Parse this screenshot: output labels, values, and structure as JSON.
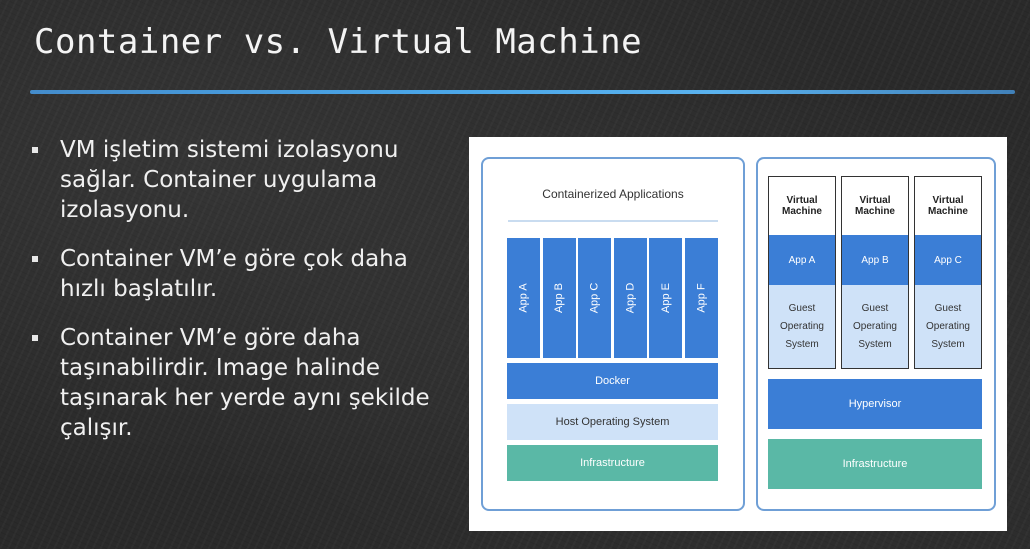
{
  "title": "Container vs. Virtual Machine",
  "bullets": [
    "VM işletim sistemi izolasyonu sağlar. Container uygulama izolasyonu.",
    "Container VM’e göre çok daha hızlı başlatılır.",
    "Container VM’e göre daha taşınabilirdir. Image halinde taşınarak her yerde aynı şekilde çalışır."
  ],
  "diagram": {
    "containerized": {
      "heading": "Containerized Applications",
      "apps": [
        "App A",
        "App B",
        "App C",
        "App D",
        "App E",
        "App F"
      ],
      "docker": "Docker",
      "host_os": "Host Operating System",
      "infrastructure": "Infrastructure"
    },
    "virtualized": {
      "vms": [
        {
          "title": "Virtual Machine",
          "app": "App A",
          "guest": "Guest Operating System"
        },
        {
          "title": "Virtual Machine",
          "app": "App B",
          "guest": "Guest Operating System"
        },
        {
          "title": "Virtual Machine",
          "app": "App C",
          "guest": "Guest Operating System"
        }
      ],
      "hypervisor": "Hypervisor",
      "infrastructure": "Infrastructure"
    }
  },
  "colors": {
    "accent_line": "#4aa6e8",
    "app_blue": "#3b7ed6",
    "os_light_blue": "#cfe2f8",
    "infra_teal": "#5ab8a6",
    "panel_border": "#6f9fd6"
  }
}
